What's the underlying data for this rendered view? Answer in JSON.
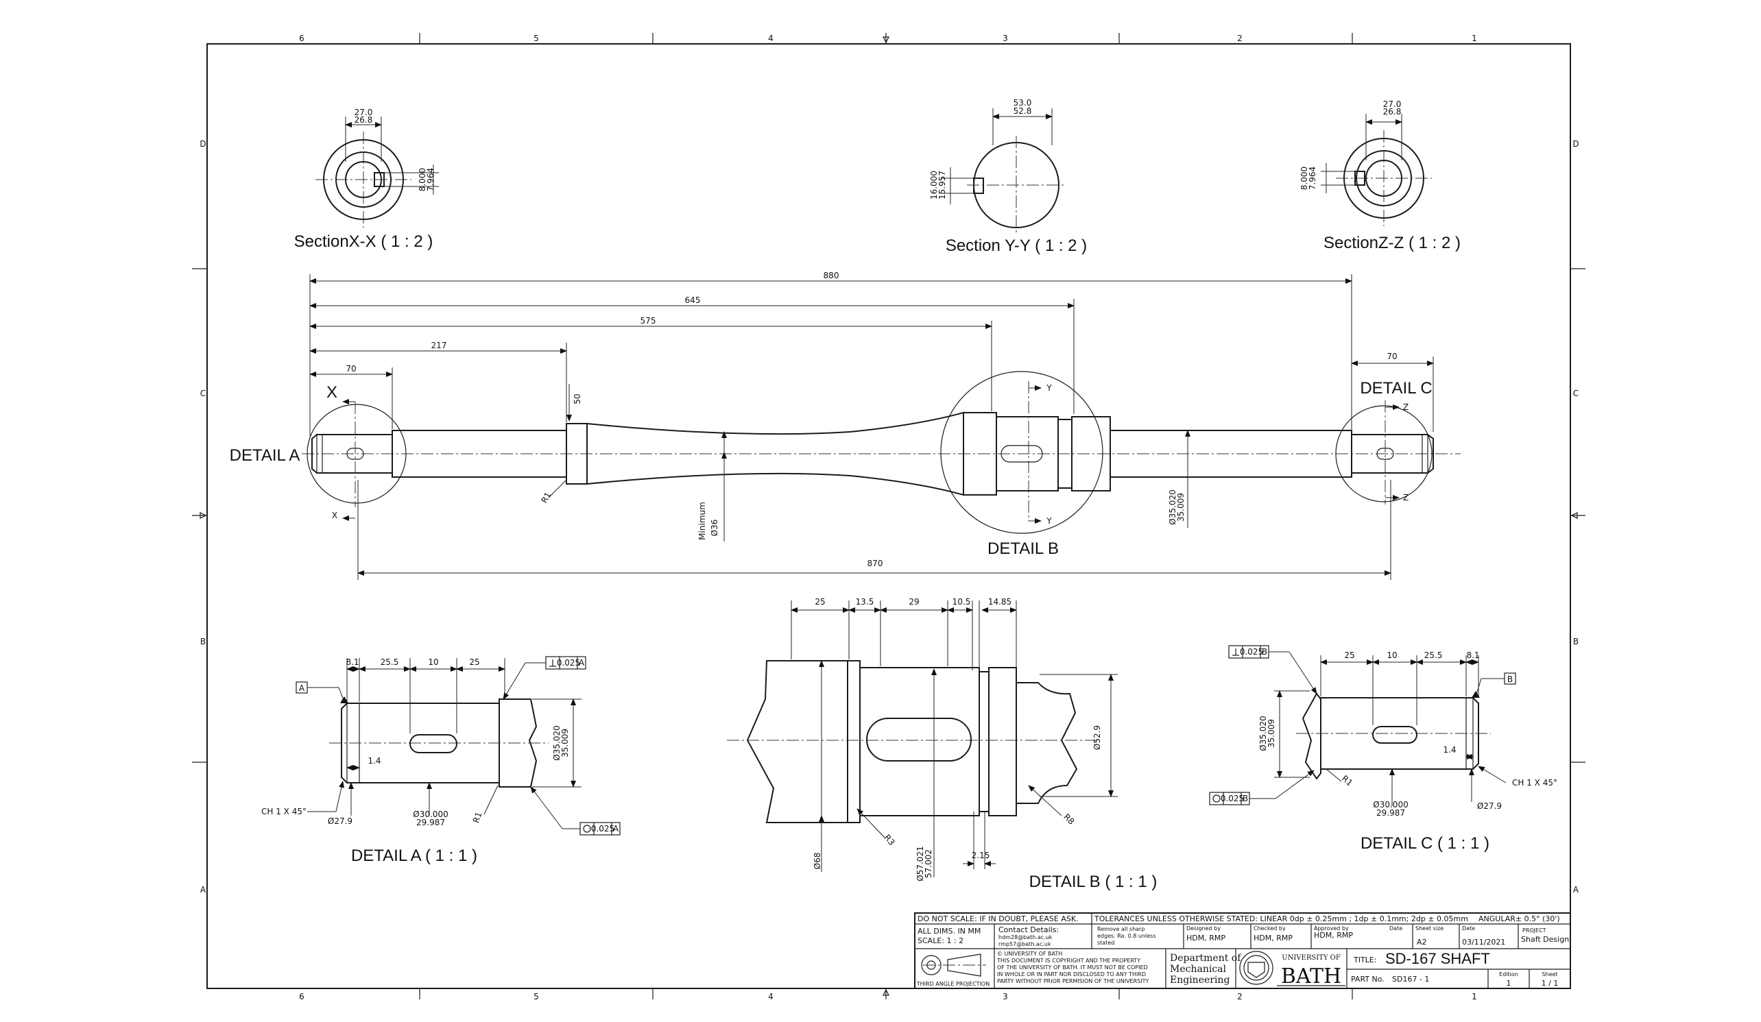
{
  "frame": {
    "columns": [
      "6",
      "5",
      "4",
      "3",
      "2",
      "1"
    ],
    "rows": [
      "D",
      "C",
      "B",
      "A"
    ]
  },
  "sections": {
    "xx": {
      "title": "SectionX-X ( 1 : 2 )",
      "top_dim": [
        "27.0",
        "26.8"
      ],
      "side_dim": [
        "8.000",
        "7.964"
      ]
    },
    "yy": {
      "title": "Section Y-Y ( 1 : 2 )",
      "top_dim": [
        "53.0",
        "52.8"
      ],
      "side_dim": [
        "16.000",
        "15.957"
      ]
    },
    "zz": {
      "title": "SectionZ-Z ( 1 : 2 )",
      "top_dim": [
        "27.0",
        "26.8"
      ],
      "side_dim": [
        "8.000",
        "7.964"
      ]
    }
  },
  "main": {
    "dims": {
      "d880": "880",
      "d645": "645",
      "d575": "575",
      "d217": "217",
      "d70a": "70",
      "d70c": "70",
      "d50": "50",
      "d870": "870",
      "r1": "R1",
      "min_label": "Minimum",
      "min_dia": "Ø36",
      "bearing_dia": [
        "Ø35.020",
        "35.009"
      ]
    },
    "cut_x": "X",
    "cut_z": "Z",
    "cut_y": "Y",
    "detail_a": "DETAIL A",
    "detail_b": "DETAIL B",
    "detail_c": "DETAIL C"
  },
  "detail_a": {
    "title": "DETAIL A ( 1 : 1 )",
    "dims": [
      "8.1",
      "25.5",
      "10",
      "25"
    ],
    "datum": "A",
    "perp": "0.025",
    "perp_ref": "A",
    "runout": "0.025",
    "runout_ref": "A",
    "d14": "1.4",
    "chamfer": "CH 1 X 45°",
    "d279": "Ø27.9",
    "dia30": [
      "Ø30.000",
      "29.987"
    ],
    "r1": "R1",
    "dia35": [
      "Ø35.020",
      "35.009"
    ]
  },
  "detail_b": {
    "title": "DETAIL B ( 1 : 1 )",
    "dims": [
      "25",
      "13.5",
      "29",
      "10.5",
      "14.85"
    ],
    "d215": "2.15",
    "r3": "R3",
    "r8": "R8",
    "d68": "Ø68",
    "dia57": [
      "Ø57.021",
      "57.002"
    ],
    "dia529": "Ø52.9"
  },
  "detail_c": {
    "title": "DETAIL C ( 1 : 1 )",
    "dims": [
      "25",
      "10",
      "25.5",
      "8.1"
    ],
    "datum": "B",
    "perp": "0.025",
    "perp_ref": "B",
    "runout": "0.025",
    "runout_ref": "B",
    "d14": "1.4",
    "chamfer": "CH 1 X 45°",
    "d279": "Ø27.9",
    "dia30": [
      "Ø30.000",
      "29.987"
    ],
    "r1": "R1",
    "dia35": [
      "Ø35.020",
      "35.009"
    ]
  },
  "title_block": {
    "do_not_scale": "DO NOT SCALE: IF IN DOUBT, PLEASE ASK.",
    "tolerances": "TOLERANCES UNLESS OTHERWISE STATED: LINEAR 0dp ± 0.25mm ; 1dp ± 0.1mm; 2dp ± 0.05mm",
    "angular": "ANGULAR± 0.5° (30')",
    "all_dims": "ALL DIMS. IN MM",
    "scale": "SCALE: 1 : 2",
    "contact_label": "Contact Details:",
    "contact_1": "hdm28@bath.ac.uk",
    "contact_2": "rmp57@bath.ac.uk",
    "remove_1": "Remove all sharp",
    "remove_2": "edges.  Ra. 0.8 unless",
    "remove_3": "stated",
    "designed_label": "Designed by",
    "designed_val": "HDM, RMP",
    "checked_label": "Checked by",
    "checked_val": "HDM, RMP",
    "approved_label": "Approved by",
    "approved_val": "HDM, RMP",
    "date_label": "Date",
    "sheet_size_label": "Sheet size",
    "sheet_size_val": "A2",
    "date_label2": "Date",
    "date_val": "03/11/2021",
    "project_label": "PROJECT",
    "project_val": "Shaft Design",
    "copyright": [
      "© UNIVERSITY OF BATH",
      "THIS DOCUMENT IS COPYRIGHT AND THE PROPERTY",
      "OF THE UNIVERSITY OF BATH. IT MUST NOT BE COPIED",
      "IN WHOLE OR IN PART NOR DISCLOSED TO ANY THIRD",
      "PARTY WITHOUT PRIOR PERMISION OF THE UNIVERSITY"
    ],
    "projection": "THIRD ANGLE PROJECTION",
    "department": [
      "Department of",
      "Mechanical",
      "Engineering"
    ],
    "university_small": "UNIVERSITY OF",
    "university_big": "BATH",
    "title_label": "TITLE:",
    "title_val": "SD-167 SHAFT",
    "part_label": "PART No.",
    "part_val": "SD167 - 1",
    "edition_label": "Edition",
    "edition_val": "1",
    "sheet_label": "Sheet",
    "sheet_val": "1 / 1"
  }
}
